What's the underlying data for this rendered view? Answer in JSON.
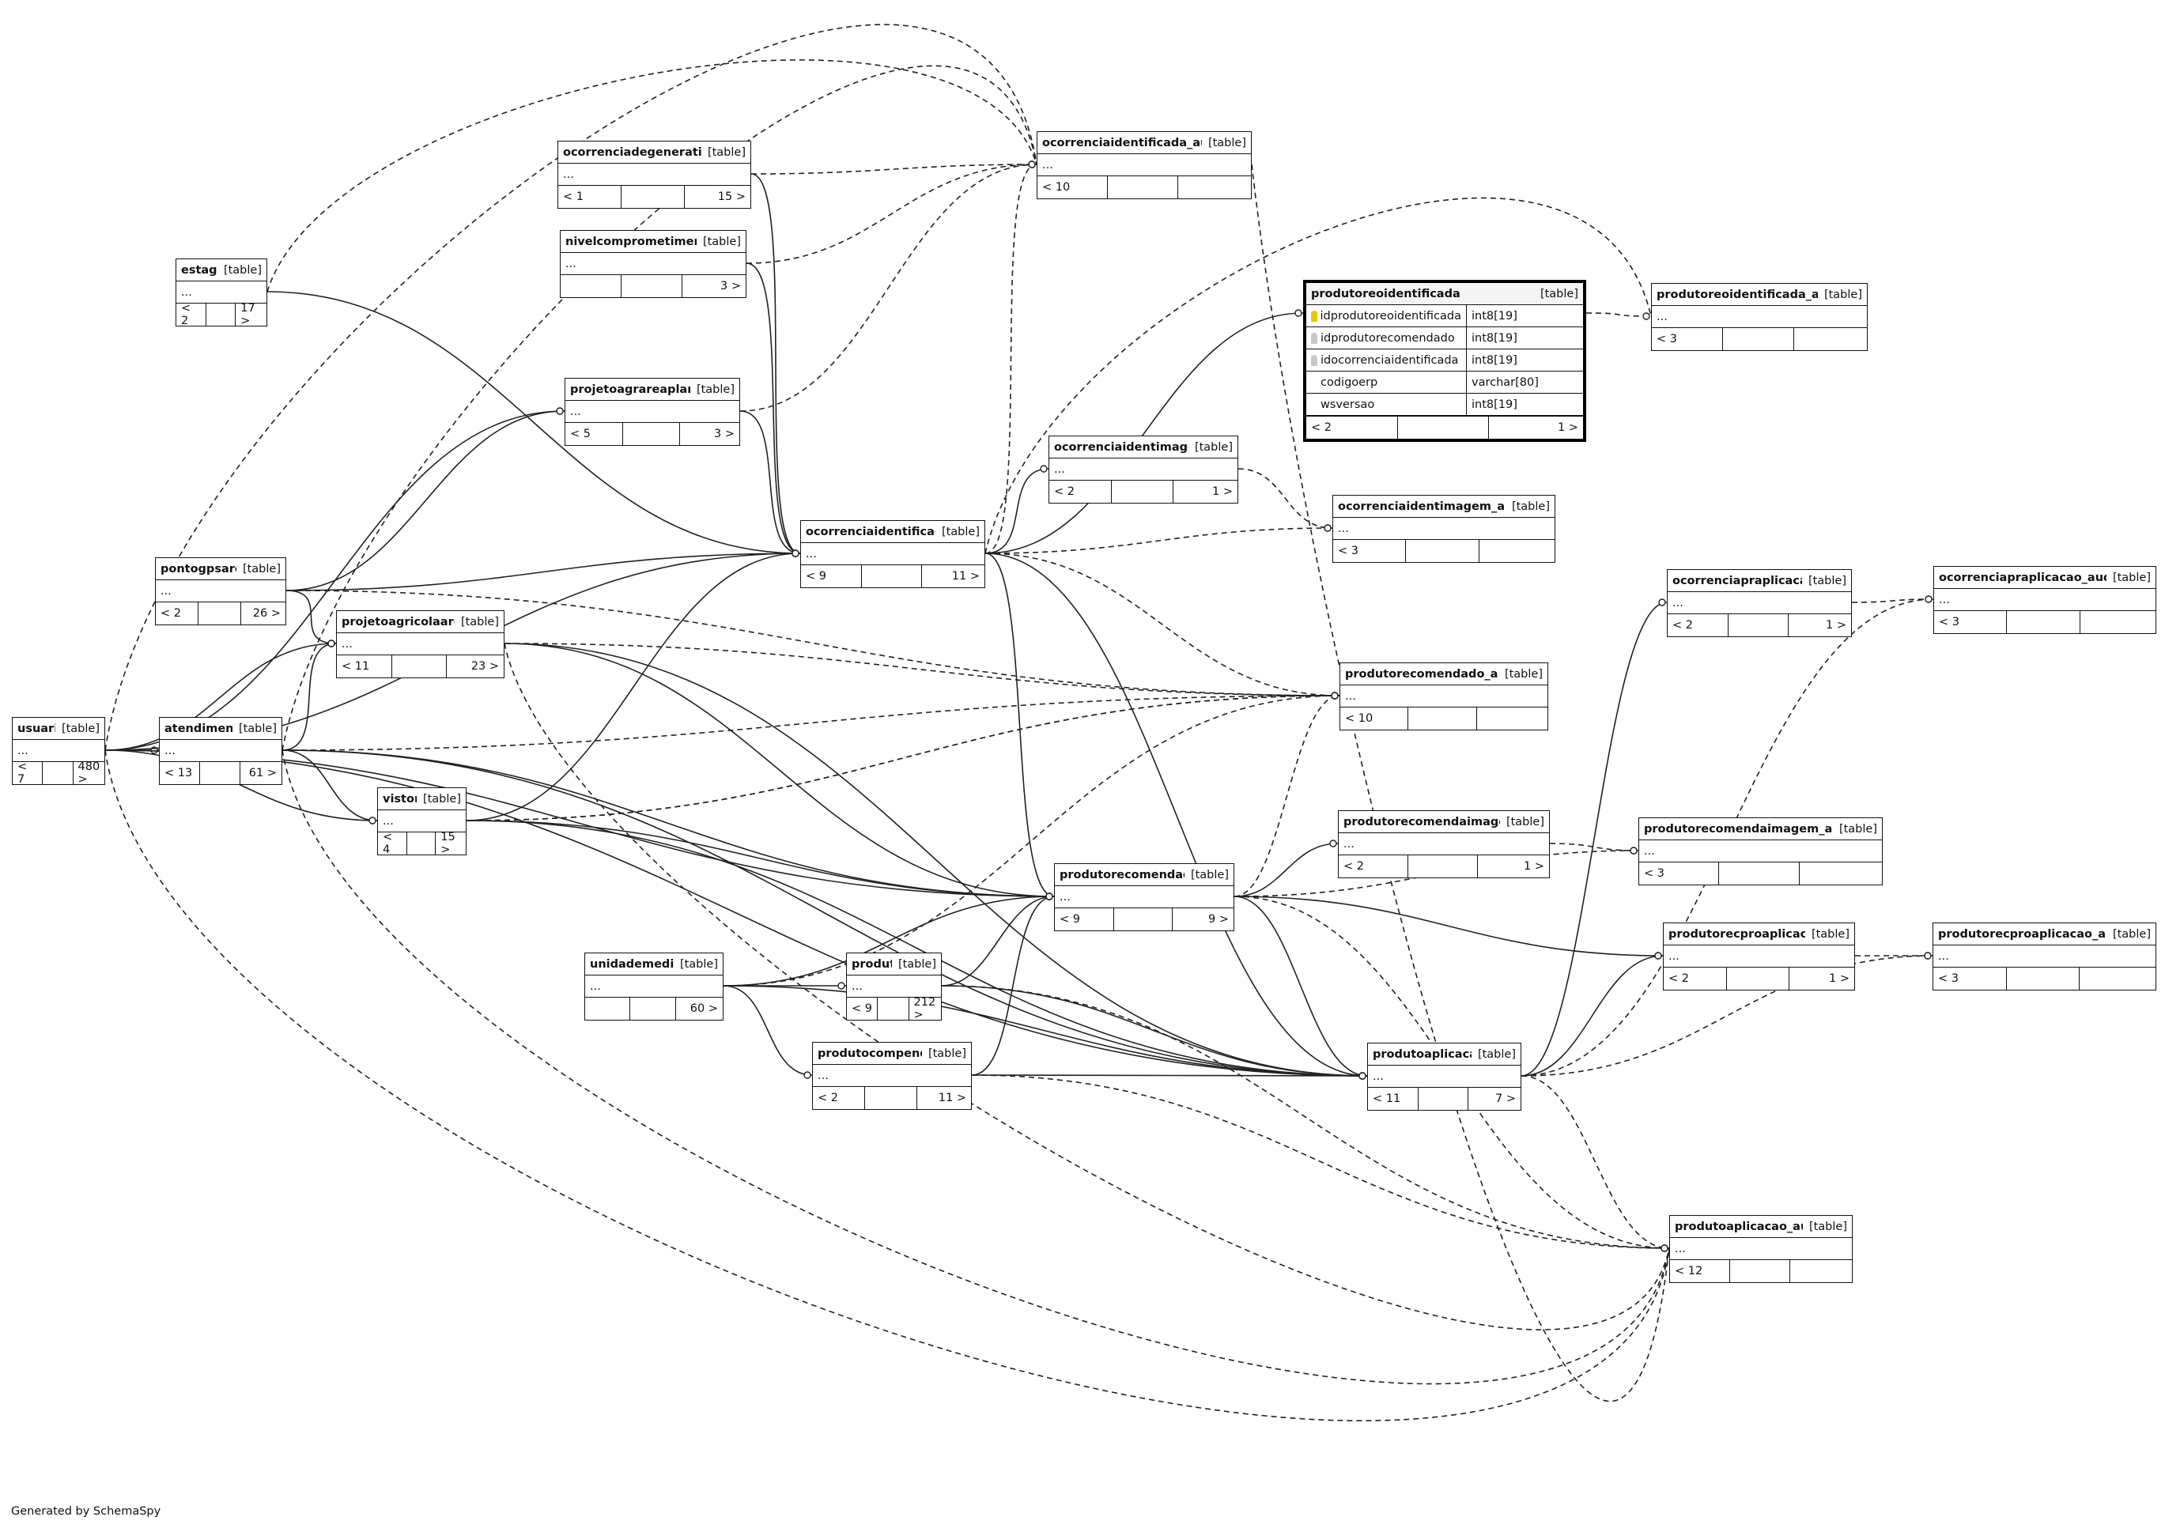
{
  "tables": [
    {
      "id": "ocorrenciadegenerativa",
      "name": "ocorrenciadegenerativa",
      "tag": "[table]",
      "body": "...",
      "left": "< 1",
      "right": "15 >"
    },
    {
      "id": "nivelcomprometimento",
      "name": "nivelcomprometimento",
      "tag": "[table]",
      "body": "...",
      "left": "",
      "right": "3 >"
    },
    {
      "id": "ocorrenciaidentificada_aud",
      "name": "ocorrenciaidentificada_aud",
      "tag": "[table]",
      "body": "...",
      "left": "< 10",
      "right": ""
    },
    {
      "id": "estagio",
      "name": "estagio",
      "tag": "[table]",
      "body": "...",
      "left": "< 2",
      "right": "17 >"
    },
    {
      "id": "projetoagrareaplanta",
      "name": "projetoagrareaplanta",
      "tag": "[table]",
      "body": "...",
      "left": "< 5",
      "right": "3 >"
    },
    {
      "id": "ocorrenciaidentimagem",
      "name": "ocorrenciaidentimagem",
      "tag": "[table]",
      "body": "...",
      "left": "< 2",
      "right": "1 >"
    },
    {
      "id": "ocorrenciaidentimagem_aud",
      "name": "ocorrenciaidentimagem_aud",
      "tag": "[table]",
      "body": "...",
      "left": "< 3",
      "right": ""
    },
    {
      "id": "ocorrenciaidentificada",
      "name": "ocorrenciaidentificada",
      "tag": "[table]",
      "body": "...",
      "left": "< 9",
      "right": "11 >"
    },
    {
      "id": "produtoreoidentificada_aud",
      "name": "produtoreoidentificada_aud",
      "tag": "[table]",
      "body": "...",
      "left": "< 3",
      "right": ""
    },
    {
      "id": "pontogpsarea",
      "name": "pontogpsarea",
      "tag": "[table]",
      "body": "...",
      "left": "< 2",
      "right": "26 >"
    },
    {
      "id": "projetoagricolaarea",
      "name": "projetoagricolaarea",
      "tag": "[table]",
      "body": "...",
      "left": "< 11",
      "right": "23 >"
    },
    {
      "id": "ocorrenciapraplicacao",
      "name": "ocorrenciapraplicacao",
      "tag": "[table]",
      "body": "...",
      "left": "< 2",
      "right": "1 >"
    },
    {
      "id": "ocorrenciapraplicacao_aud",
      "name": "ocorrenciapraplicacao_aud",
      "tag": "[table]",
      "body": "...",
      "left": "< 3",
      "right": ""
    },
    {
      "id": "produtorecomendado_aud",
      "name": "produtorecomendado_aud",
      "tag": "[table]",
      "body": "...",
      "left": "< 10",
      "right": ""
    },
    {
      "id": "usuario",
      "name": "usuario",
      "tag": "[table]",
      "body": "...",
      "left": "< 7",
      "right": "480 >"
    },
    {
      "id": "atendimento",
      "name": "atendimento",
      "tag": "[table]",
      "body": "...",
      "left": "< 13",
      "right": "61 >"
    },
    {
      "id": "vistoria",
      "name": "vistoria",
      "tag": "[table]",
      "body": "...",
      "left": "< 4",
      "right": "15 >"
    },
    {
      "id": "produtorecomendaimagem",
      "name": "produtorecomendaimagem",
      "tag": "[table]",
      "body": "...",
      "left": "< 2",
      "right": "1 >"
    },
    {
      "id": "produtorecomendaimagem_aud",
      "name": "produtorecomendaimagem_aud",
      "tag": "[table]",
      "body": "...",
      "left": "< 3",
      "right": ""
    },
    {
      "id": "produtorecomendado",
      "name": "produtorecomendado",
      "tag": "[table]",
      "body": "...",
      "left": "< 9",
      "right": "9 >"
    },
    {
      "id": "produtorecproaplicacao",
      "name": "produtorecproaplicacao",
      "tag": "[table]",
      "body": "...",
      "left": "< 2",
      "right": "1 >"
    },
    {
      "id": "produtorecproaplicacao_aud",
      "name": "produtorecproaplicacao_aud",
      "tag": "[table]",
      "body": "...",
      "left": "< 3",
      "right": ""
    },
    {
      "id": "unidademedida",
      "name": "unidademedida",
      "tag": "[table]",
      "body": "...",
      "left": "",
      "right": "60 >"
    },
    {
      "id": "produto",
      "name": "produto",
      "tag": "[table]",
      "body": "...",
      "left": "< 9",
      "right": "212 >"
    },
    {
      "id": "produtocompendio",
      "name": "produtocompendio",
      "tag": "[table]",
      "body": "...",
      "left": "< 2",
      "right": "11 >"
    },
    {
      "id": "produtoaplicacao",
      "name": "produtoaplicacao",
      "tag": "[table]",
      "body": "...",
      "left": "< 11",
      "right": "7 >"
    },
    {
      "id": "produtoaplicacao_aud",
      "name": "produtoaplicacao_aud",
      "tag": "[table]",
      "body": "...",
      "left": "< 12",
      "right": ""
    }
  ],
  "focus_table": {
    "name": "produtoreoidentificada",
    "tag": "[table]",
    "columns": [
      {
        "name": "idprodutoreoidentificada",
        "type": "int8[19]",
        "key": "pk"
      },
      {
        "name": "idprodutorecomendado",
        "type": "int8[19]",
        "key": "fk"
      },
      {
        "name": "idocorrenciaidentificada",
        "type": "int8[19]",
        "key": "fk"
      },
      {
        "name": "codigoerp",
        "type": "varchar[80]",
        "key": ""
      },
      {
        "name": "wsversao",
        "type": "int8[19]",
        "key": ""
      }
    ],
    "left": "< 2",
    "right": "1 >"
  },
  "footer": "Generated by SchemaSpy"
}
